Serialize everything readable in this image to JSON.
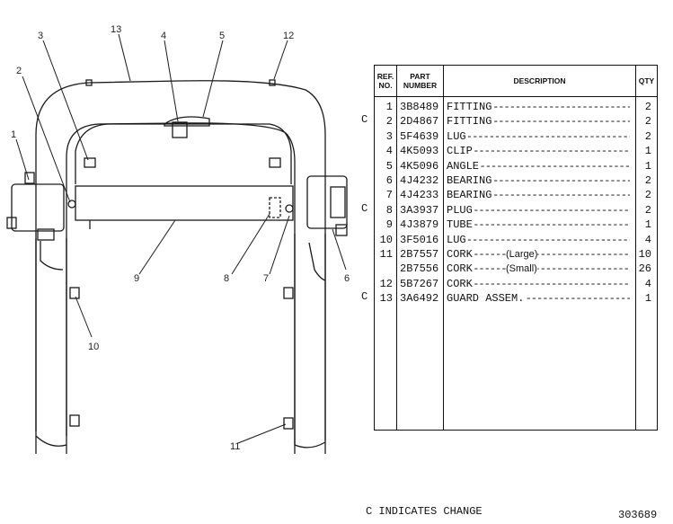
{
  "table": {
    "headers": {
      "ref": "REF. NO.",
      "part": "PART NUMBER",
      "desc": "DESCRIPTION",
      "qty": "QTY"
    },
    "rows": [
      {
        "ref": "1",
        "part": "3B8489",
        "desc": "FITTING",
        "qty": "2",
        "c": ""
      },
      {
        "ref": "2",
        "part": "2D4867",
        "desc": "FITTING",
        "qty": "2",
        "c": "C"
      },
      {
        "ref": "3",
        "part": "5F4639",
        "desc": "LUG",
        "qty": "2",
        "c": ""
      },
      {
        "ref": "4",
        "part": "4K5093",
        "desc": "CLIP",
        "qty": "1",
        "c": ""
      },
      {
        "ref": "5",
        "part": "4K5096",
        "desc": "ANGLE",
        "qty": "1",
        "c": ""
      },
      {
        "ref": "6",
        "part": "4J4232",
        "desc": "BEARING",
        "qty": "2",
        "c": ""
      },
      {
        "ref": "7",
        "part": "4J4233",
        "desc": "BEARING",
        "qty": "2",
        "c": ""
      },
      {
        "ref": "8",
        "part": "3A3937",
        "desc": "PLUG",
        "qty": "2",
        "c": "C"
      },
      {
        "ref": "9",
        "part": "4J3879",
        "desc": "TUBE",
        "qty": "1",
        "c": ""
      },
      {
        "ref": "10",
        "part": "3F5016",
        "desc": "LUG",
        "qty": "4",
        "c": ""
      },
      {
        "ref": "11",
        "part": "2B7557",
        "desc": "CORK",
        "extra": "(Large)",
        "qty": "10",
        "c": ""
      },
      {
        "ref": "",
        "part": "2B7556",
        "desc": "CORK",
        "extra": "(Small)",
        "qty": "26",
        "c": ""
      },
      {
        "ref": "12",
        "part": "5B7267",
        "desc": "CORK",
        "qty": "4",
        "c": ""
      },
      {
        "ref": "13",
        "part": "3A6492",
        "desc": "GUARD ASSEM.",
        "qty": "1",
        "c": "C"
      }
    ]
  },
  "callouts": [
    "1",
    "2",
    "3",
    "4",
    "5",
    "6",
    "7",
    "8",
    "9",
    "10",
    "11",
    "12",
    "13"
  ],
  "footer": {
    "note": "C INDICATES CHANGE",
    "code": "303689"
  }
}
